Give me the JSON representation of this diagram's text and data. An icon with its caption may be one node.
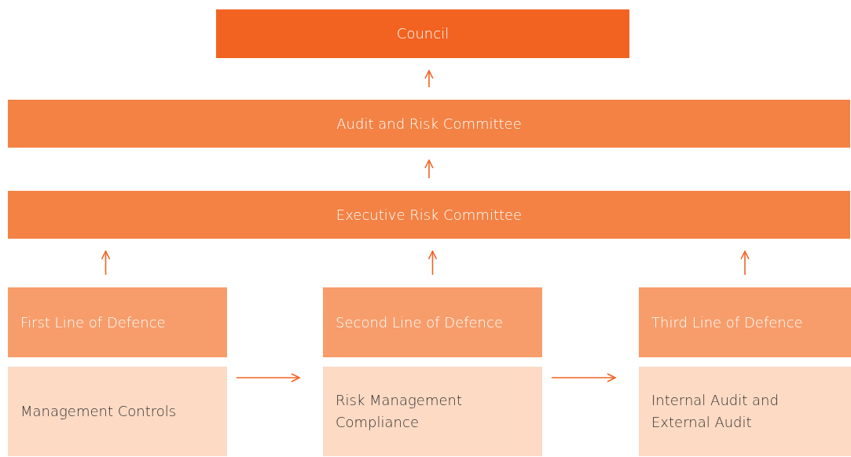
{
  "diagram": {
    "nodes": [
      {
        "text": [
          "Council"
        ]
      },
      {
        "text": [
          "Audit and Risk Committee"
        ]
      },
      {
        "text": [
          "Executive Risk Committee"
        ]
      },
      {
        "text": [
          "First Line of Defence"
        ]
      },
      {
        "text": [
          "Management Controls"
        ]
      },
      {
        "text": [
          "Second Line of Defence"
        ]
      },
      {
        "text": [
          "Risk Management Compliance"
        ]
      },
      {
        "text": [
          "Third Line of Defence"
        ]
      },
      {
        "text": [
          "Internal Audit and External Audit"
        ]
      }
    ],
    "edges": [
      {
        "from": 1,
        "to": 0,
        "arrow": "to"
      },
      {
        "from": 2,
        "to": 1,
        "arrow": "to"
      },
      {
        "from": 3,
        "to": 2,
        "arrow": "to"
      },
      {
        "from": 5,
        "to": 2,
        "arrow": "to"
      },
      {
        "from": 7,
        "to": 2,
        "arrow": "to"
      },
      {
        "from": 4,
        "to": 6,
        "arrow": "to"
      },
      {
        "from": 6,
        "to": 8,
        "arrow": "to"
      }
    ]
  }
}
